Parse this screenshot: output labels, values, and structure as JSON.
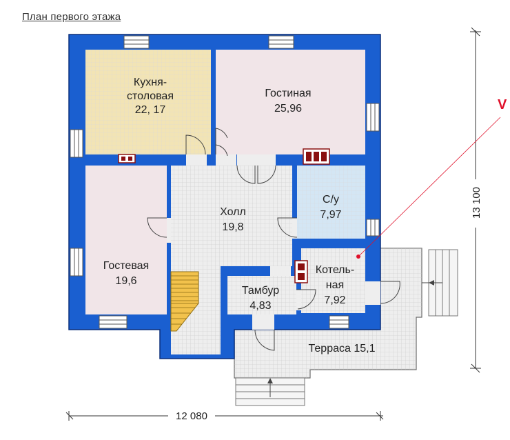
{
  "title": "План первого этажа",
  "rooms": {
    "kitchen": {
      "line1": "Кухня-",
      "line2": "столовая",
      "area": "22, 17"
    },
    "living": {
      "name": "Гостиная",
      "area": "25,96"
    },
    "guest": {
      "name": "Гостевая",
      "area": "19,6"
    },
    "hall": {
      "name": "Холл",
      "area": "19,8"
    },
    "bathroom": {
      "name": "С/у",
      "area": "7,97"
    },
    "boiler": {
      "line1": "Котель-",
      "line2": "ная",
      "area": "7,92"
    },
    "vestibule": {
      "name": "Тамбур",
      "area": "4,83"
    },
    "terrace": {
      "label": "Терраса 15,1"
    }
  },
  "dimensions": {
    "width": "12 080",
    "height": "13 100"
  },
  "callout": {
    "label": "V"
  },
  "colors": {
    "wall": "#1a5fd0",
    "kitchen": "#f2e4b5",
    "living": "#f1e5e8",
    "guest": "#f1e5e8",
    "hall": "#eeeeee",
    "bathroom": "#d4e6f4",
    "terrace": "#eeeeee",
    "accent": "#e0102a"
  }
}
